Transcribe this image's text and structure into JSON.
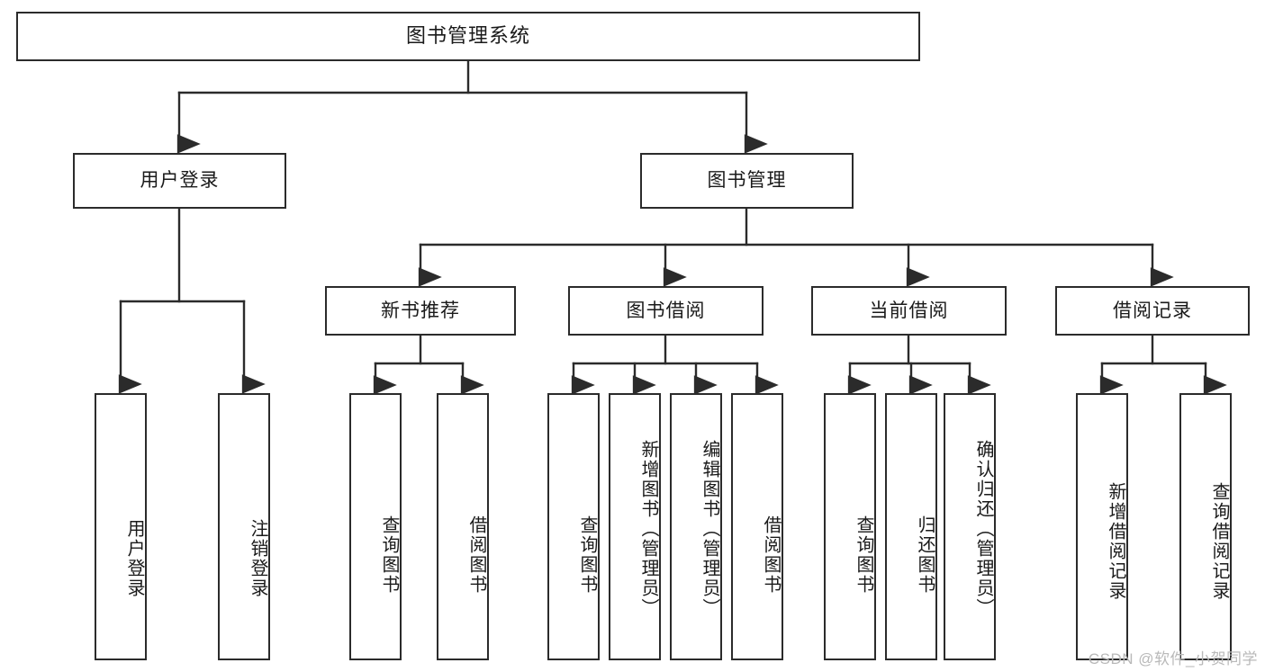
{
  "diagram": {
    "type": "tree-hierarchy",
    "title": "图书管理系统",
    "orientation": "top-down",
    "colors": {
      "box_border": "#2b2b2b",
      "box_fill": "#ffffff",
      "edge": "#2b2b2b",
      "text": "#1a1a1a",
      "watermark": "#b9b9b9",
      "background": "#ffffff"
    },
    "nodes": {
      "root": {
        "label": "图书管理系统"
      },
      "level2": [
        {
          "id": "user-login",
          "label": "用户登录"
        },
        {
          "id": "book-management",
          "label": "图书管理"
        }
      ],
      "level3": [
        {
          "id": "new-book-recommend",
          "label": "新书推荐"
        },
        {
          "id": "book-borrow",
          "label": "图书借阅"
        },
        {
          "id": "current-borrow",
          "label": "当前借阅"
        },
        {
          "id": "borrow-record",
          "label": "借阅记录"
        }
      ],
      "leaves": {
        "user_login": [
          {
            "id": "leaf-user-login",
            "label": "用户登录"
          },
          {
            "id": "leaf-logout-login",
            "label": "注销登录"
          }
        ],
        "new_book_recommend": [
          {
            "id": "leaf-query-book-1",
            "label": "查询图书"
          },
          {
            "id": "leaf-borrow-book-1",
            "label": "借阅图书"
          }
        ],
        "book_borrow": [
          {
            "id": "leaf-query-book-2",
            "label": "查询图书"
          },
          {
            "id": "leaf-add-book",
            "label": "新增图书（管理员）"
          },
          {
            "id": "leaf-edit-book",
            "label": "编辑图书（管理员）"
          },
          {
            "id": "leaf-borrow-book-2",
            "label": "借阅图书"
          }
        ],
        "current_borrow": [
          {
            "id": "leaf-query-book-3",
            "label": "查询图书"
          },
          {
            "id": "leaf-return-book",
            "label": "归还图书"
          },
          {
            "id": "leaf-confirm-return",
            "label": "确认归还（管理员）"
          }
        ],
        "borrow_record": [
          {
            "id": "leaf-add-borrow-record",
            "label": "新增借阅记录"
          },
          {
            "id": "leaf-query-borrow-record",
            "label": "查询借阅记录"
          }
        ]
      }
    },
    "watermark": "CSDN @软件_小贺同学"
  }
}
